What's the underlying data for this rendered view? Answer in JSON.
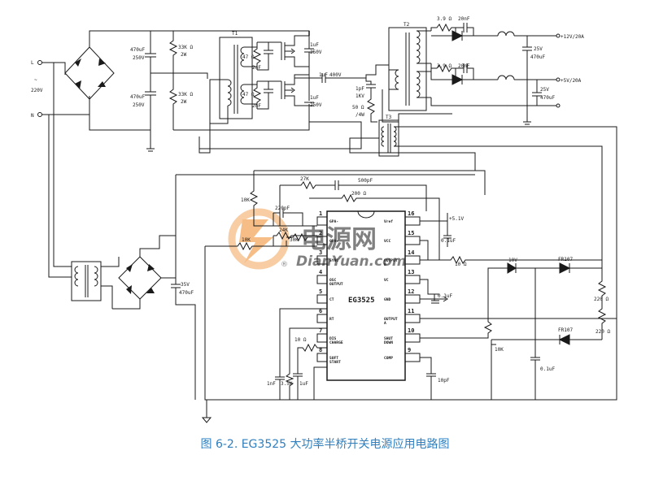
{
  "caption": "图 6-2. EG3525 大功率半桥开关电源应用电路图",
  "watermark": {
    "brand_cn": "电源网",
    "brand_en": "DianYuan.com",
    "brand_color": "#f08a24"
  },
  "labels": {
    "L": "L",
    "N": "N",
    "ac_symbol": "~",
    "ac_voltage": "220V",
    "c_in_top": "470uF",
    "c_in_top_v": "250V",
    "c_in_bot": "470uF",
    "c_in_bot_v": "250V",
    "r_bleed_top": "33K Ω",
    "r_bleed_top_w": "2W",
    "r_bleed_bot": "33K Ω",
    "r_bleed_bot_w": "2W",
    "t1": "T1",
    "t2": "T2",
    "t3": "T3",
    "r_gate_top": "47 Ω",
    "c_gate_top": "2nF",
    "r_gate_bot": "47 Ω",
    "c_gate_bot": "2nF",
    "c_bus_top": "1uF",
    "c_bus_top_v": "250V",
    "c_bus_bot": "1uF",
    "c_bus_bot_v": "250V",
    "c_couple": "1uF",
    "c_couple_v": "400V",
    "c_snub": "1pF",
    "c_snub_v": "1KV",
    "r_snub": "50 Ω",
    "r_snub_w": "/4W",
    "r_out1": "3.9 Ω",
    "c_out1": "20nF",
    "r_out2": "3.9 Ω",
    "c_out2": "20nF",
    "c_12v": "25V",
    "c_12v_v": "470uF",
    "c_5v": "25V",
    "c_5v_v": "470uF",
    "out_12v": "+12V/20A",
    "out_5v": "+5V/20A",
    "r_27k": "27K",
    "c_500pf": "500pF",
    "r_200": "200 Ω",
    "r_10k_fb": "10K",
    "c_220pf": "220pF",
    "r_24k": "24K",
    "r_10k_in": "10K",
    "r_30k": "30K",
    "c_aux": "35V",
    "c_aux_v": "470uF",
    "vref_label": "+5.1V",
    "c_vref": "0.1uF",
    "r_10_out": "10 Ω",
    "c_vcc": "0.1uF",
    "r_10_dis": "10 Ω",
    "c_1nf": "1nF",
    "r_3_5k": "3.5K",
    "c_1uf_ss": "1uF",
    "c_10pf": "10pF",
    "zener": "10V",
    "d_fr1": "FR107",
    "d_fr2": "FR107",
    "r_220_1": "220 Ω",
    "r_220_2": "220 Ω",
    "pot": "10K",
    "c_01uf": "0.1uF"
  },
  "ic": {
    "name": "EG3525",
    "left_pins": [
      {
        "num": "1",
        "name": "GPA-"
      },
      {
        "num": "2",
        "name": "GPA+"
      },
      {
        "num": "3",
        "name": "SYNC"
      },
      {
        "num": "4",
        "name": "OSC OUTPUT"
      },
      {
        "num": "5",
        "name": "CT"
      },
      {
        "num": "6",
        "name": "RT"
      },
      {
        "num": "7",
        "name": "DIS CHARGE"
      },
      {
        "num": "8",
        "name": "SOFT START"
      }
    ],
    "right_pins": [
      {
        "num": "16",
        "name": "Vref"
      },
      {
        "num": "15",
        "name": "VCC"
      },
      {
        "num": "14",
        "name": "OUTPUT B"
      },
      {
        "num": "13",
        "name": "VC"
      },
      {
        "num": "12",
        "name": "GND"
      },
      {
        "num": "11",
        "name": "OUTPUT A"
      },
      {
        "num": "10",
        "name": "SHUT DOWN"
      },
      {
        "num": "9",
        "name": "COMP"
      }
    ]
  }
}
